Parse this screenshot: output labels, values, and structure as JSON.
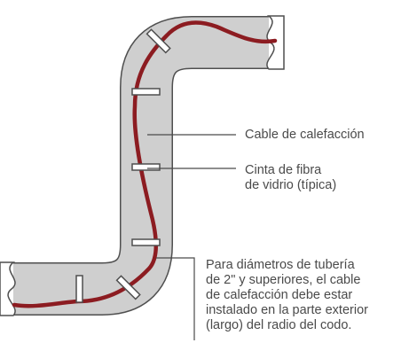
{
  "colors": {
    "pipe_fill": "#cfcfcf",
    "pipe_outline": "#4f4f4f",
    "heating_cable": "#8c1c21",
    "leader_line": "#4a4a4a",
    "text": "#4a4a4a"
  },
  "labels": {
    "heating_cable": "Cable de calefacción",
    "fiberglass_tape": [
      "Cinta de fibra",
      "de vidrio (típica)"
    ],
    "elbow_note": [
      "Para diámetros de tubería",
      "de 2\" y superiores, el cable",
      "de calefacción debe estar",
      "instalado en la parte exterior",
      "(largo) del radio del codo."
    ]
  },
  "icons": [
    "pipe-ends-break-icon"
  ]
}
